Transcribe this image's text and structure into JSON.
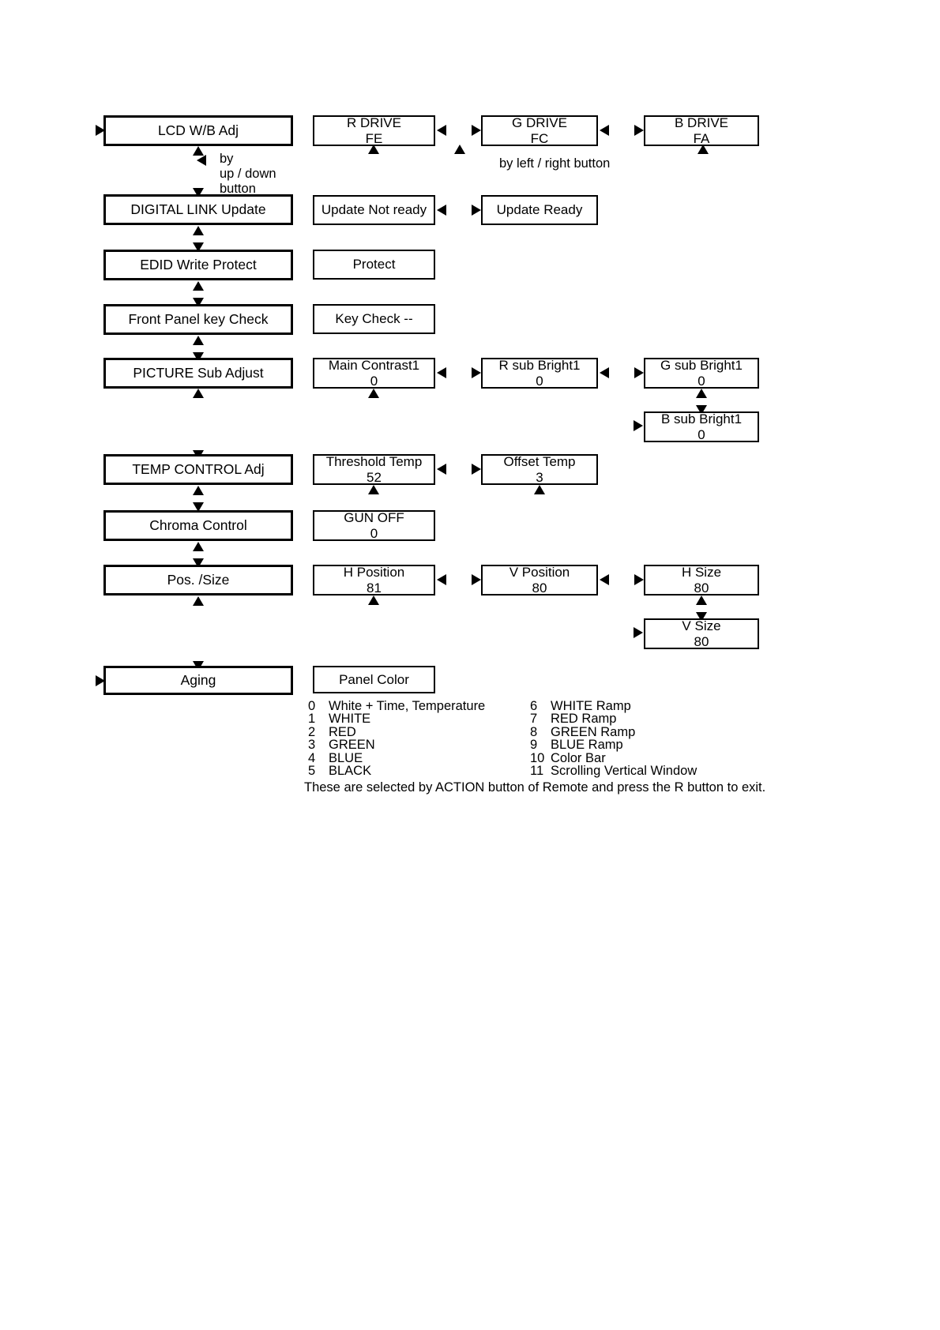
{
  "diagram": {
    "type": "flowchart",
    "title": "Service menu navigation flow",
    "menu_items": [
      {
        "label": "LCD W/B Adj"
      },
      {
        "label": "DIGITAL LINK Update"
      },
      {
        "label": "EDID Write Protect"
      },
      {
        "label": "Front Panel key Check"
      },
      {
        "label": "PICTURE Sub Adjust"
      },
      {
        "label": "TEMP CONTROL Adj"
      },
      {
        "label": "Chroma Control"
      },
      {
        "label": "Pos. /Size"
      },
      {
        "label": "Aging"
      }
    ],
    "values": {
      "r_drive": {
        "title": "R DRIVE",
        "value": "FE"
      },
      "g_drive": {
        "title": "G DRIVE",
        "value": "FC"
      },
      "b_drive": {
        "title": "B DRIVE",
        "value": "FA"
      },
      "update_not_ready": {
        "title": "Update Not ready",
        "value": ""
      },
      "update_ready": {
        "title": "Update Ready",
        "value": ""
      },
      "protect": {
        "title": "Protect",
        "value": ""
      },
      "key_check": {
        "title": "Key Check --",
        "value": ""
      },
      "main_contrast1": {
        "title": "Main Contrast1",
        "value": "0"
      },
      "r_sub_bright1": {
        "title": "R sub Bright1",
        "value": "0"
      },
      "g_sub_bright1": {
        "title": "G sub Bright1",
        "value": "0"
      },
      "b_sub_bright1": {
        "title": "B sub Bright1",
        "value": "0"
      },
      "threshold_temp": {
        "title": "Threshold Temp",
        "value": "52"
      },
      "offset_temp": {
        "title": "Offset Temp",
        "value": "3"
      },
      "gun_off": {
        "title": "GUN OFF",
        "value": "0"
      },
      "h_position": {
        "title": "H Position",
        "value": "81"
      },
      "v_position": {
        "title": "V Position",
        "value": "80"
      },
      "h_size": {
        "title": "H Size",
        "value": "80"
      },
      "v_size": {
        "title": "V Size",
        "value": "80"
      },
      "panel_color": {
        "title": "Panel Color",
        "value": ""
      }
    },
    "annotations": {
      "up_down": "by\nup / down\nbutton",
      "left_right": "by left / right button"
    }
  },
  "panel_color_legend": {
    "left_column": [
      {
        "index": "0",
        "label": "White + Time, Temperature"
      },
      {
        "index": "1",
        "label": "WHITE"
      },
      {
        "index": "2",
        "label": "RED"
      },
      {
        "index": "3",
        "label": "GREEN"
      },
      {
        "index": "4",
        "label": "BLUE"
      },
      {
        "index": "5",
        "label": "BLACK"
      }
    ],
    "right_column": [
      {
        "index": "6",
        "label": "WHITE Ramp"
      },
      {
        "index": "7",
        "label": "RED Ramp"
      },
      {
        "index": "8",
        "label": "GREEN Ramp"
      },
      {
        "index": "9",
        "label": "BLUE Ramp"
      },
      {
        "index": "10",
        "label": "Color Bar"
      },
      {
        "index": "11",
        "label": "Scrolling Vertical Window"
      }
    ],
    "footer": "These are selected by ACTION button of Remote and press the R button to exit."
  }
}
